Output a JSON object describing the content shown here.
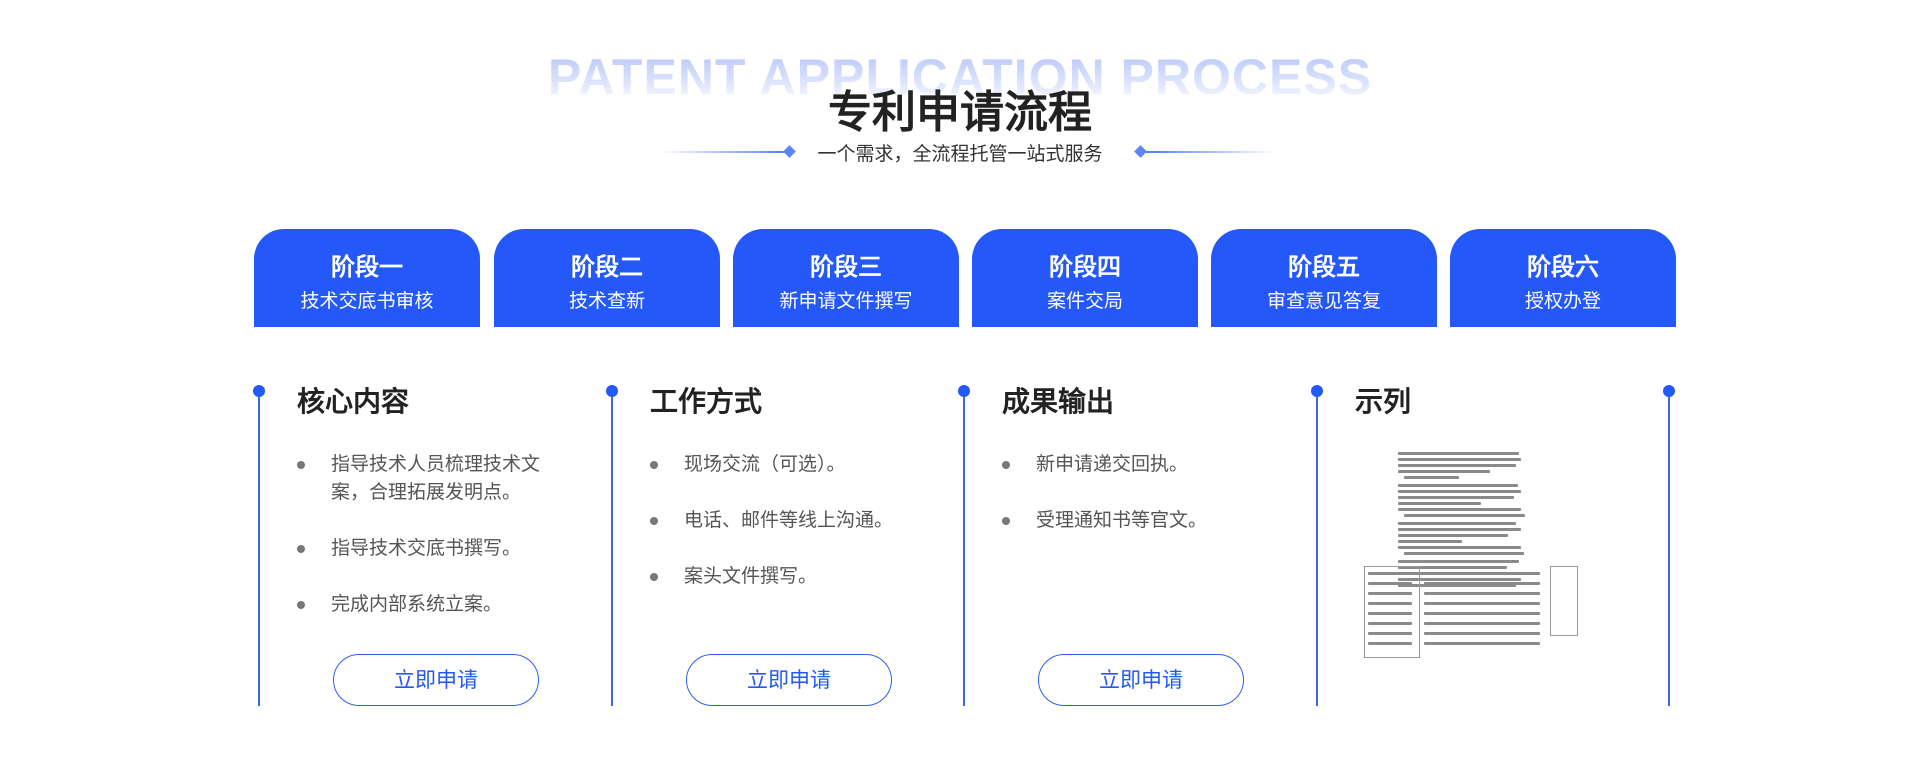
{
  "header": {
    "bg_title": "PATENT APPLICATION PROCESS",
    "title": "专利申请流程",
    "subtitle": "一个需求，全流程托管一站式服务"
  },
  "stages": [
    {
      "title": "阶段一",
      "subtitle": "技术交底书审核"
    },
    {
      "title": "阶段二",
      "subtitle": "技术查新"
    },
    {
      "title": "阶段三",
      "subtitle": "新申请文件撰写"
    },
    {
      "title": "阶段四",
      "subtitle": "案件交局"
    },
    {
      "title": "阶段五",
      "subtitle": "审查意见答复"
    },
    {
      "title": "阶段六",
      "subtitle": "授权办登"
    }
  ],
  "columns": [
    {
      "heading": "核心内容",
      "items": [
        "指导技术人员梳理技术文案，合理拓展发明点。",
        "指导技术交底书撰写。",
        "完成内部系统立案。"
      ],
      "button": "立即申请"
    },
    {
      "heading": "工作方式",
      "items": [
        "现场交流（可选）。",
        "电话、邮件等线上沟通。",
        "案头文件撰写。"
      ],
      "button": "立即申请"
    },
    {
      "heading": "成果输出",
      "items": [
        "新申请递交回执。",
        "受理通知书等官文。"
      ],
      "button": "立即申请"
    },
    {
      "heading": "示列",
      "image": "patent-document-sample"
    }
  ],
  "colors": {
    "accent": "#2458f8",
    "bg_title": "#b4c3f8",
    "text_dark": "#222222",
    "text_body": "#555555"
  }
}
